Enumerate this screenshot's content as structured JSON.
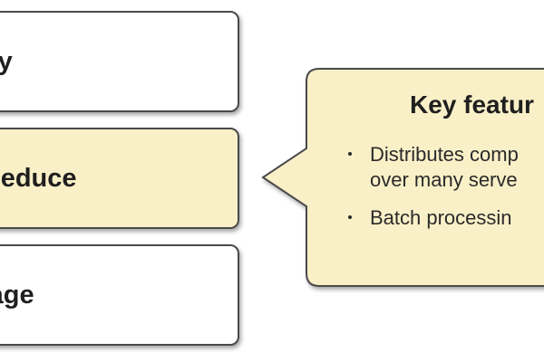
{
  "stack": {
    "layers": [
      {
        "label": "Query"
      },
      {
        "label": "Map Reduce",
        "visible_label": "p Reduce"
      },
      {
        "label": "Storage",
        "visible_label": "torage"
      }
    ]
  },
  "callout": {
    "title": "Key featur",
    "bullets": [
      {
        "line1": "Distributes comp",
        "line2": "over many serve"
      },
      {
        "line1": "Batch processin"
      }
    ]
  },
  "colors": {
    "box_plain": "#ffffff",
    "box_highlight": "#faf0c8",
    "callout_fill": "#faf0c8",
    "border": "#4a4a4a"
  }
}
